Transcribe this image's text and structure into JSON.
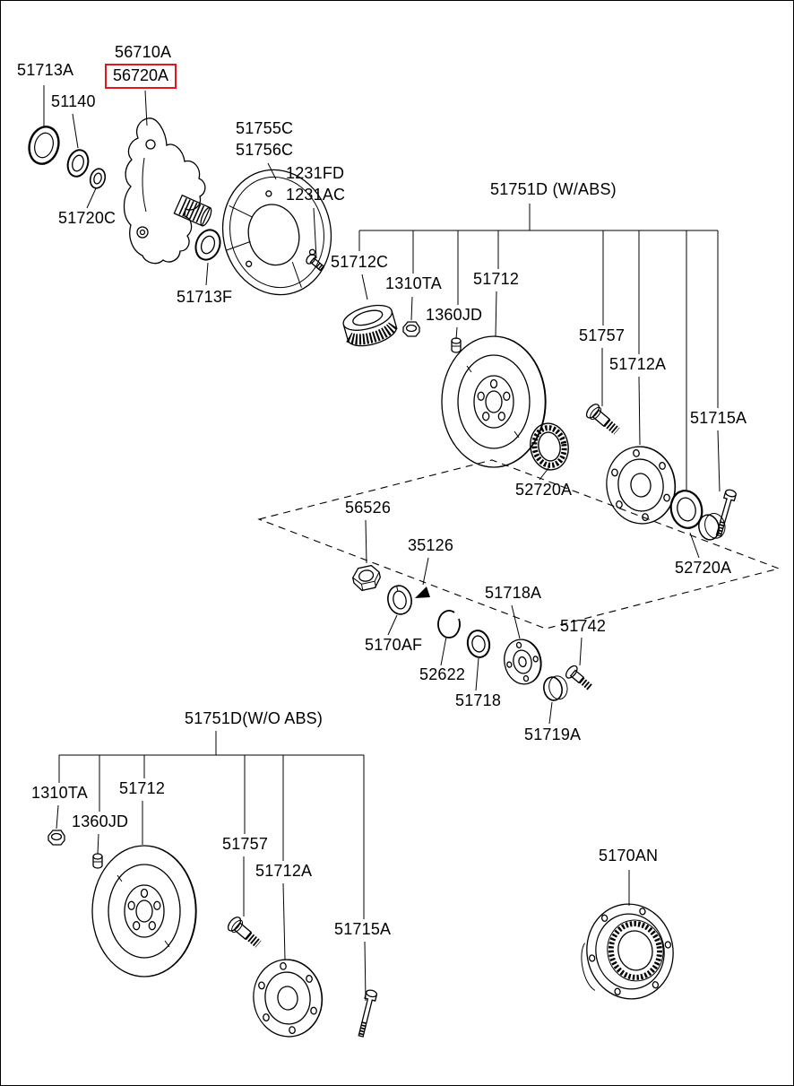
{
  "diagram": {
    "kind": "exploded-parts-diagram",
    "subject": "front axle hub / steering knuckle",
    "highlight_color": "#e8141c",
    "line_color": "#000000",
    "background": "#ffffff"
  },
  "labels": {
    "knuckle": {
      "p51713A": "51713A",
      "p56710A": "56710A",
      "p56720A": "56720A",
      "p51140": "51140",
      "p51720C": "51720C",
      "p51755C": "51755C",
      "p51756C": "51756C",
      "p1231FD": "1231FD",
      "p1231AC": "1231AC",
      "p51713F": "51713F"
    },
    "abs_assembly": {
      "title": "51751D (W/ABS)",
      "p51712C": "51712C",
      "p1310TA": "1310TA",
      "p1360JD": "1360JD",
      "p51712": "51712",
      "p51757": "51757",
      "p51712A": "51712A",
      "p51715A": "51715A",
      "p52720A_inner": "52720A",
      "p52720A_outer": "52720A"
    },
    "hub_group": {
      "p56526": "56526",
      "p35126": "35126",
      "p5170AF": "5170AF",
      "p52622": "52622",
      "p51718": "51718",
      "p51718A": "51718A",
      "p51742": "51742",
      "p51719A": "51719A"
    },
    "no_abs_assembly": {
      "title": "51751D(W/O ABS)",
      "p1310TA": "1310TA",
      "p1360JD": "1360JD",
      "p51712": "51712",
      "p51757": "51757",
      "p51712A": "51712A",
      "p51715A": "51715A"
    },
    "freewheel": {
      "p5170AN": "5170AN"
    }
  }
}
